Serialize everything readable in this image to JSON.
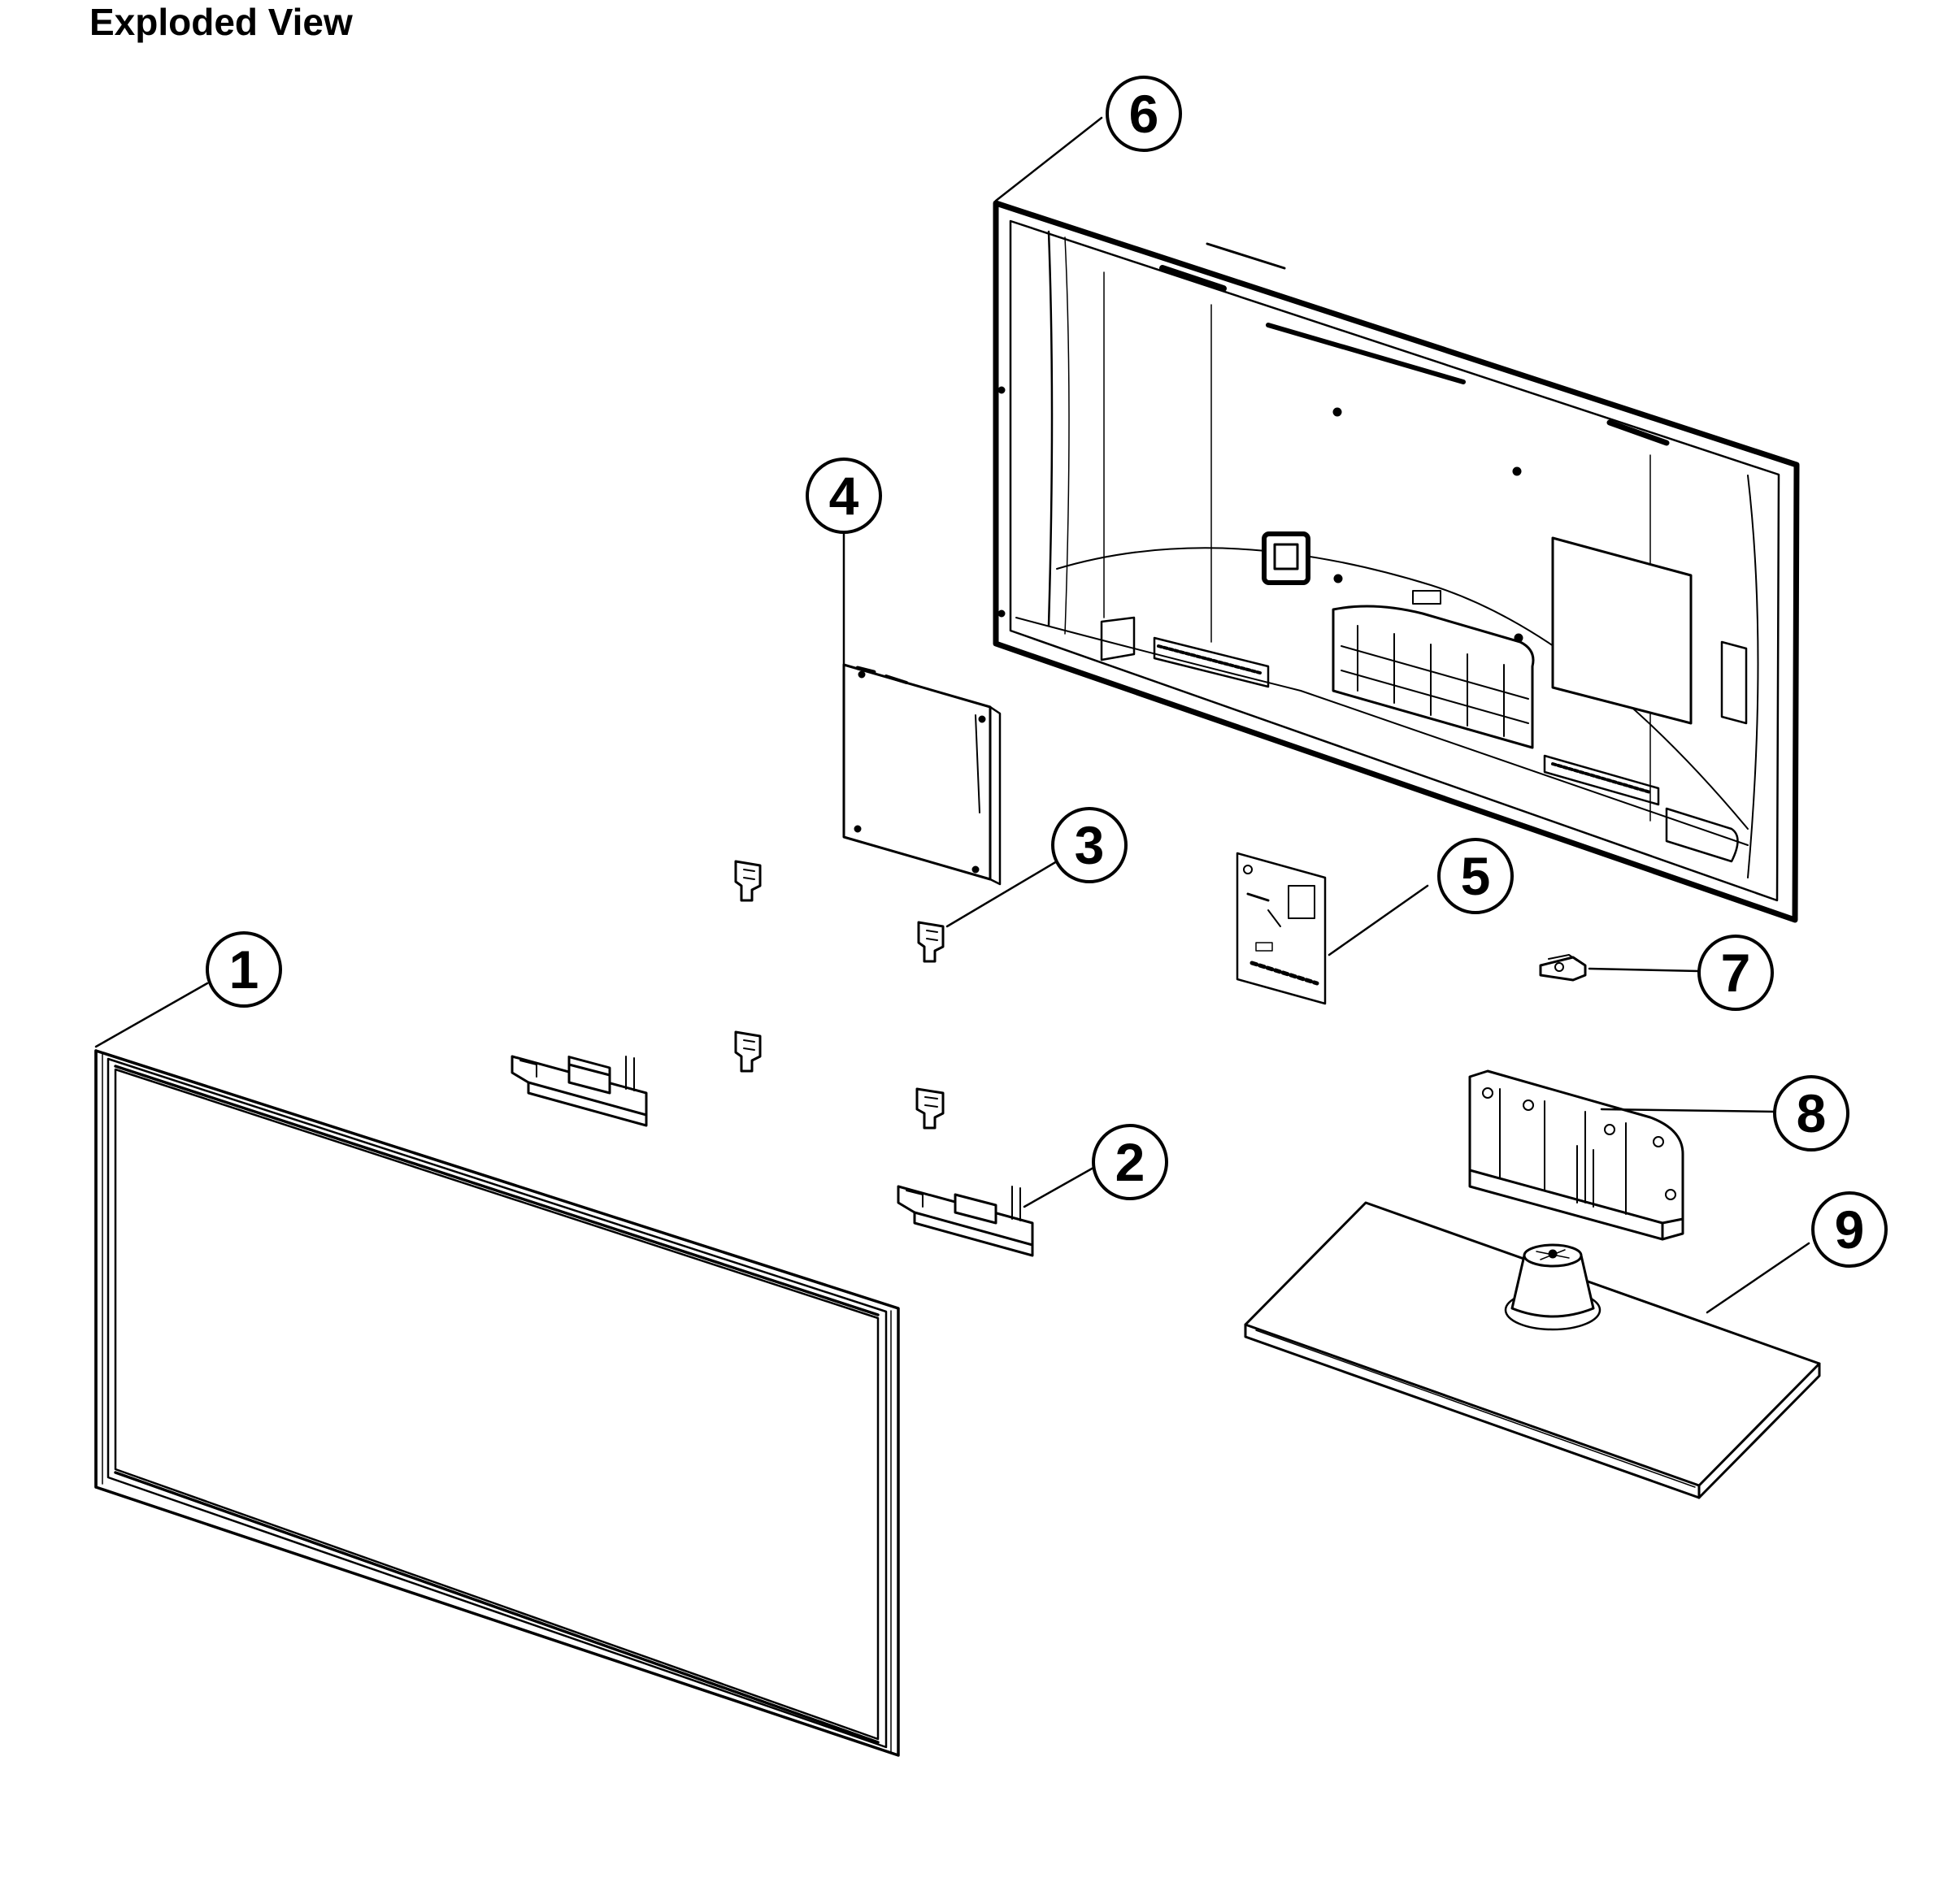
{
  "title": "Exploded View",
  "ink_color": "#000000",
  "callouts": [
    {
      "id": "1",
      "label": "1",
      "part": "front bezel"
    },
    {
      "id": "2",
      "label": "2",
      "part": "speaker"
    },
    {
      "id": "3",
      "label": "3",
      "part": "bracket"
    },
    {
      "id": "4",
      "label": "4",
      "part": "board"
    },
    {
      "id": "5",
      "label": "5",
      "part": "board"
    },
    {
      "id": "6",
      "label": "6",
      "part": "rear cover"
    },
    {
      "id": "7",
      "label": "7",
      "part": "sensor"
    },
    {
      "id": "8",
      "label": "8",
      "part": "stand neck"
    },
    {
      "id": "9",
      "label": "9",
      "part": "stand base"
    }
  ]
}
